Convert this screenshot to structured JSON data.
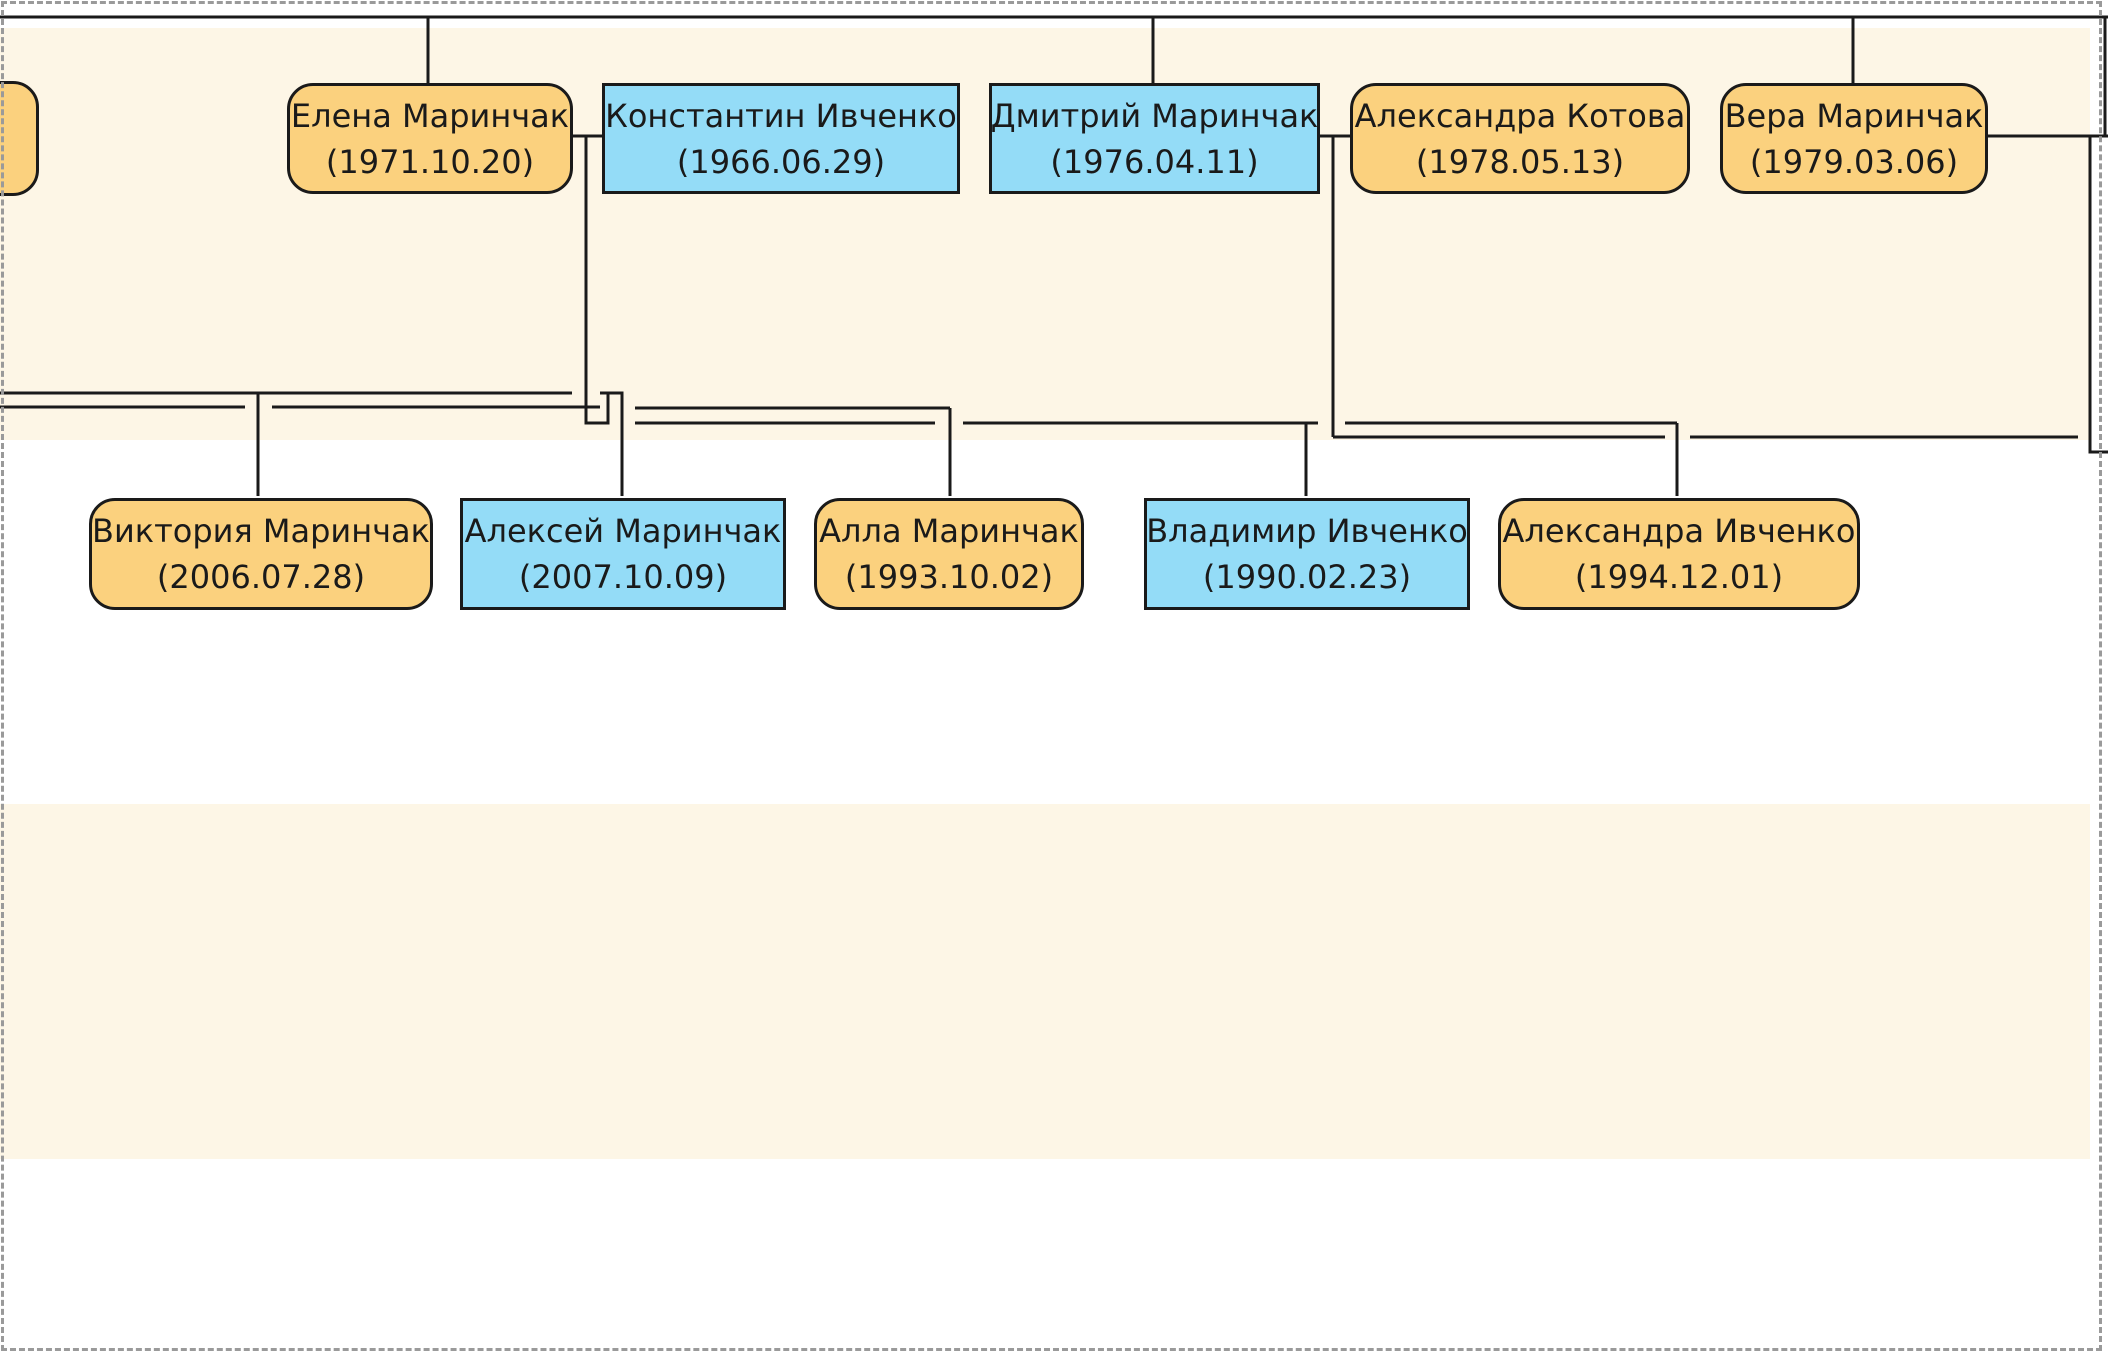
{
  "colors": {
    "female_fill": "#fbd17e",
    "male_fill": "#94dcf7",
    "band_fill": "#fdf6e6",
    "line": "#1a1a1a"
  },
  "people": [
    {
      "id": "p0",
      "name": "",
      "date": "",
      "gender": "female"
    },
    {
      "id": "p1",
      "name": "Елена Маринчак",
      "date": "(1971.10.20)",
      "gender": "female"
    },
    {
      "id": "p2",
      "name": "Константин Ивченко",
      "date": "(1966.06.29)",
      "gender": "male"
    },
    {
      "id": "p3",
      "name": "Дмитрий Маринчак",
      "date": "(1976.04.11)",
      "gender": "male"
    },
    {
      "id": "p4",
      "name": "Александра Котова",
      "date": "(1978.05.13)",
      "gender": "female"
    },
    {
      "id": "p5",
      "name": "Вера Маринчак",
      "date": "(1979.03.06)",
      "gender": "female"
    },
    {
      "id": "p6",
      "name": "Виктория Маринчак",
      "date": "(2006.07.28)",
      "gender": "female"
    },
    {
      "id": "p7",
      "name": "Алексей Маринчак",
      "date": "(2007.10.09)",
      "gender": "male"
    },
    {
      "id": "p8",
      "name": "Алла Маринчак",
      "date": "(1993.10.02)",
      "gender": "female"
    },
    {
      "id": "p9",
      "name": "Владимир Ивченко",
      "date": "(1990.02.23)",
      "gender": "male"
    },
    {
      "id": "p10",
      "name": "Александра Ивченко",
      "date": "(1994.12.01)",
      "gender": "female"
    }
  ]
}
